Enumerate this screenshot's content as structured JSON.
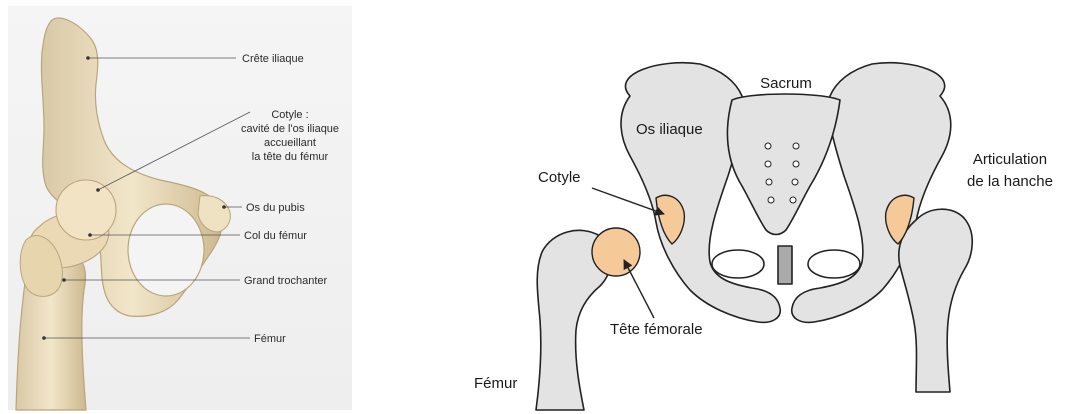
{
  "left_figure": {
    "labels": {
      "crete_iliaque": "Crête iliaque",
      "cotyle_line1": "Cotyle :",
      "cotyle_line2": "cavité de l'os iliaque",
      "cotyle_line3": "accueillant",
      "cotyle_line4": "la tête du fémur",
      "os_du_pubis": "Os du pubis",
      "col_du_femur": "Col du fémur",
      "grand_trochanter": "Grand trochanter",
      "femur": "Fémur"
    }
  },
  "right_figure": {
    "labels": {
      "sacrum": "Sacrum",
      "os_iliaque": "Os iliaque",
      "cotyle": "Cotyle",
      "articulation_line1": "Articulation",
      "articulation_line2": "de la hanche",
      "tete_femorale": "Tête fémorale",
      "femur": "Fémur"
    },
    "colors": {
      "bone": "#e3e3e3",
      "cartilage": "#f6c999",
      "outline": "#222222"
    }
  }
}
